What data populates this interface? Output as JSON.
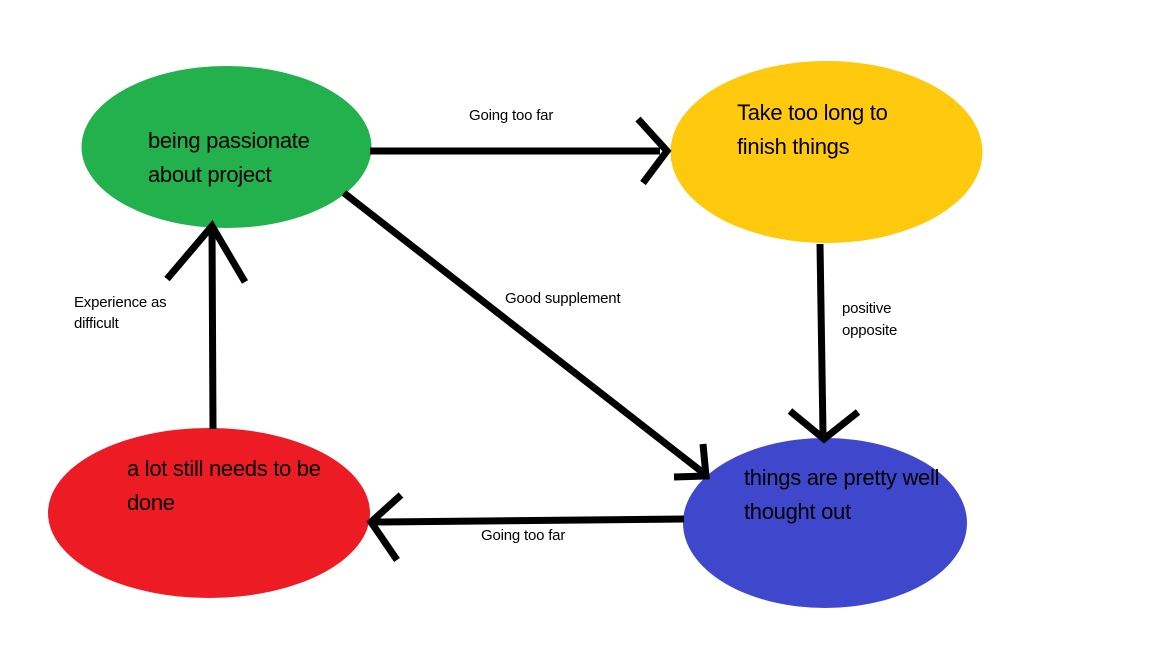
{
  "diagram": {
    "background": "#FFFFFF",
    "arrow_color": "#000000",
    "text_color": "#000000",
    "nodes": [
      {
        "id": "being-passionate",
        "label": "being passionate about project",
        "color": "#22B14C"
      },
      {
        "id": "take-too-long",
        "label": "Take too long to finish things",
        "color": "#FFC90E"
      },
      {
        "id": "needs-done",
        "label": "a lot still needs to be done",
        "color": "#ED1C24"
      },
      {
        "id": "well-thought-out",
        "label": "things are pretty well thought out",
        "color": "#3F48CC"
      }
    ],
    "edges": [
      {
        "from": "being-passionate",
        "to": "take-too-long",
        "label": "Going too far"
      },
      {
        "from": "take-too-long",
        "to": "well-thought-out",
        "label": "positive opposite"
      },
      {
        "from": "being-passionate",
        "to": "well-thought-out",
        "label": "Good supplement"
      },
      {
        "from": "well-thought-out",
        "to": "needs-done",
        "label": "Going too far"
      },
      {
        "from": "needs-done",
        "to": "being-passionate",
        "label": "Experience as difficult"
      }
    ]
  }
}
